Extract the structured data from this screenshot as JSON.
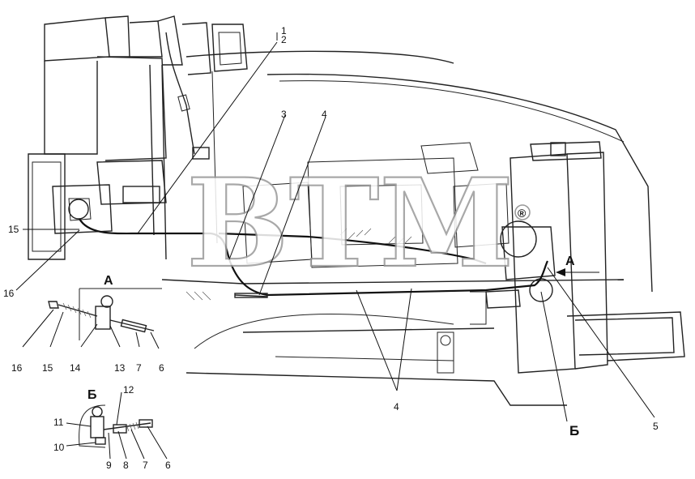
{
  "watermark": {
    "text": "BTM",
    "mark": "®"
  },
  "views": {
    "a": "А",
    "b": "Б"
  },
  "callouts": {
    "c1": "1",
    "c2": "2",
    "c3": "3",
    "c4": "4",
    "c4b": "4",
    "c5": "5",
    "c15": "15",
    "c16": "16"
  },
  "detail_a": {
    "c16": "16",
    "c15": "15",
    "c14": "14",
    "c13": "13",
    "c7": "7",
    "c6": "6"
  },
  "detail_b": {
    "c12": "12",
    "c11": "11",
    "c10": "10",
    "c9": "9",
    "c8": "8",
    "c7": "7",
    "c6": "6"
  }
}
